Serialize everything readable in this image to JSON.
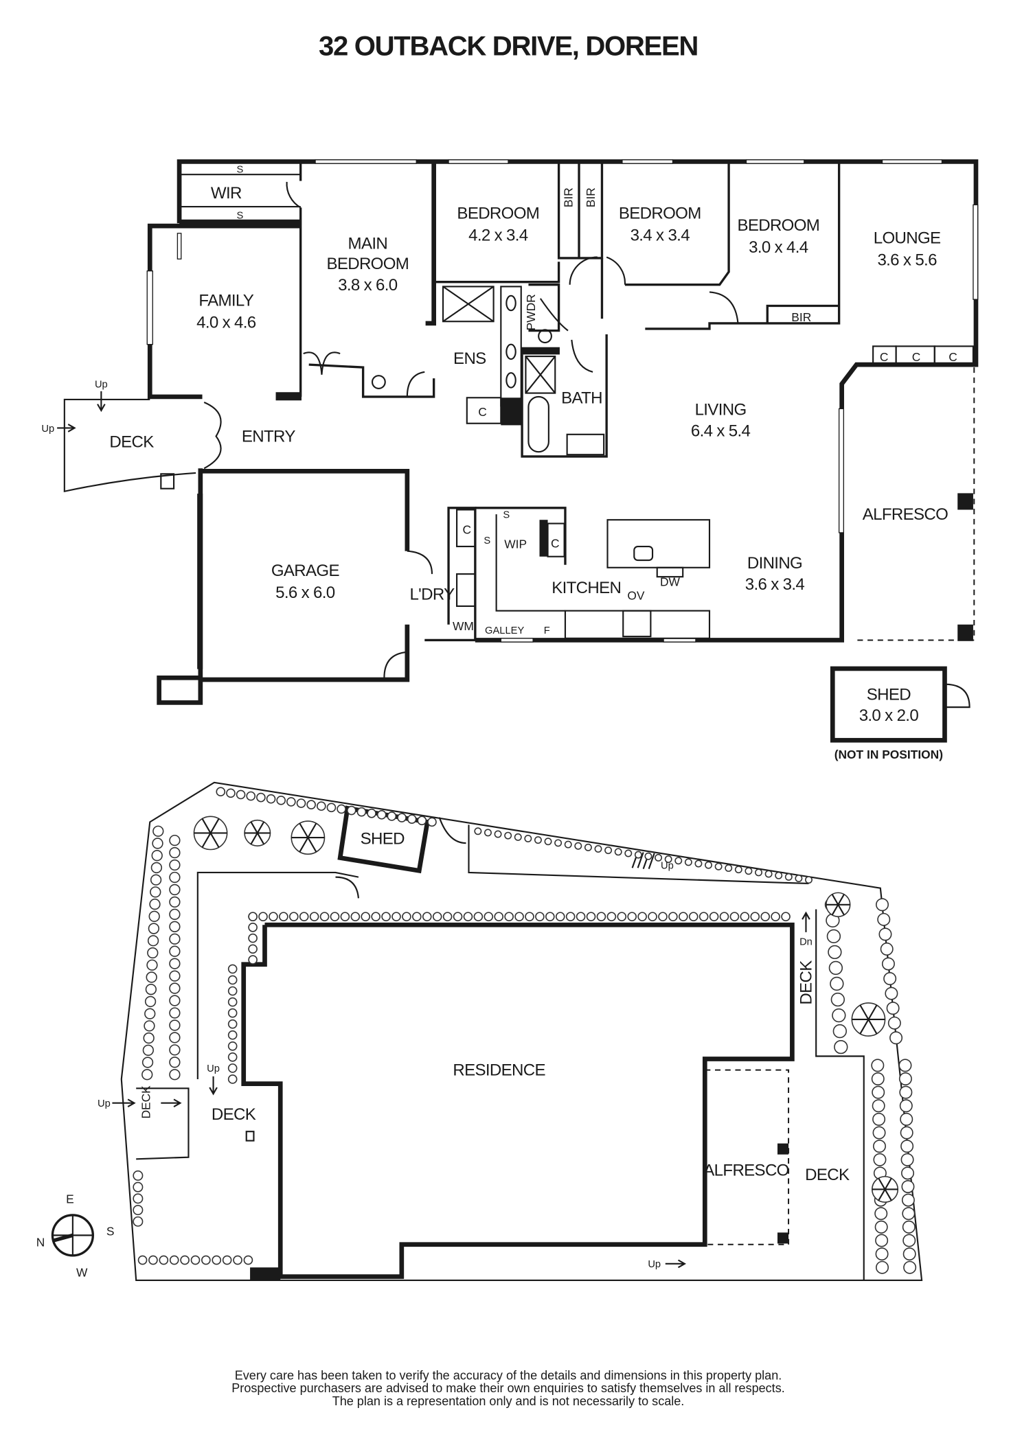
{
  "title": "32 OUTBACK DRIVE, DOREEN",
  "floor_plan": {
    "wir": {
      "name": "WIR",
      "shelf_label": "S"
    },
    "family": {
      "name": "FAMILY",
      "dims": "4.0 x 4.6"
    },
    "main_bedroom": {
      "name_line1": "MAIN",
      "name_line2": "BEDROOM",
      "dims": "3.8 x 6.0"
    },
    "bedroom_1": {
      "name": "BEDROOM",
      "dims": "4.2 x 3.4"
    },
    "bedroom_2": {
      "name": "BEDROOM",
      "dims": "3.4 x 3.4"
    },
    "bedroom_3": {
      "name": "BEDROOM",
      "dims": "3.0 x 4.4"
    },
    "lounge": {
      "name": "LOUNGE",
      "dims": "3.6 x 5.6"
    },
    "living": {
      "name": "LIVING",
      "dims": "6.4 x 5.4"
    },
    "dining": {
      "name": "DINING",
      "dims": "3.6 x 3.4"
    },
    "garage": {
      "name": "GARAGE",
      "dims": "5.6 x 6.0"
    },
    "shed": {
      "name": "SHED",
      "dims": "3.0 x 2.0",
      "note": "(NOT IN POSITION)"
    },
    "bir": "BIR",
    "cupboard": "C",
    "pwdr": "PWDR",
    "ens": "ENS",
    "bath": "BATH",
    "deck": "DECK",
    "entry": "ENTRY",
    "alfresco": "ALFRESCO",
    "laundry": "L'DRY",
    "wm": "WM",
    "shelf": "S",
    "wip": "WIP",
    "galley": "GALLEY",
    "fridge": "F",
    "kitchen": "KITCHEN",
    "oven": "OV",
    "dishwasher": "DW",
    "up": "Up"
  },
  "site_plan": {
    "shed": "SHED",
    "residence": "RESIDENCE",
    "deck": "DECK",
    "alfresco": "ALFRESCO",
    "up": "Up",
    "down": "Dn"
  },
  "compass": {
    "n": "N",
    "e": "E",
    "s": "S",
    "w": "W"
  },
  "disclaimer": [
    "Every care has been taken to verify the accuracy of the details and dimensions in this property plan.",
    "Prospective purchasers are advised to make their own enquiries to satisfy themselves in all respects.",
    "The plan is a representation only and is not necessarily to scale."
  ]
}
